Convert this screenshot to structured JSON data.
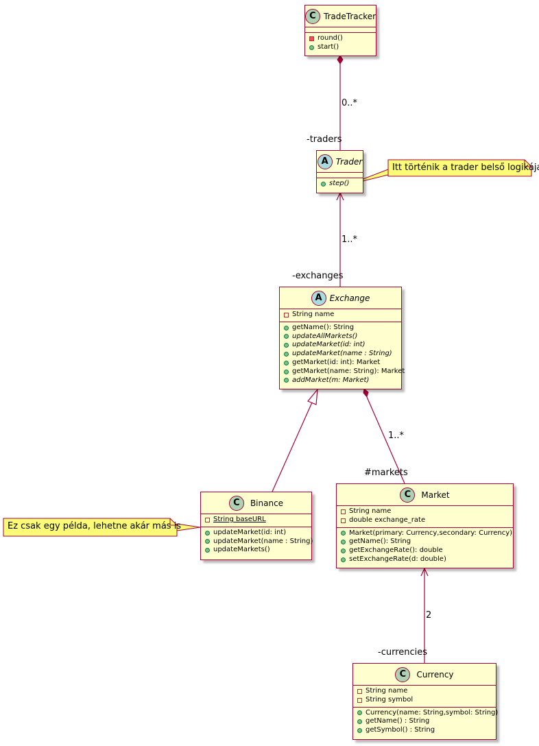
{
  "classes": {
    "tradetracker": {
      "stereotype": "C",
      "name": "TradeTracker",
      "attributes": [],
      "methods": [
        "round()",
        "start()"
      ]
    },
    "trader": {
      "stereotype": "A",
      "name": "Trader",
      "attributes": [],
      "methods": [
        "step()"
      ]
    },
    "exchange": {
      "stereotype": "A",
      "name": "Exchange",
      "attributes": [
        "String name"
      ],
      "methods": [
        "getName(): String",
        "updateAllMarkets()",
        "updateMarket(id: int)",
        "updateMarket(name : String)",
        "getMarket(id: int): Market",
        "getMarket(name: String): Market",
        "addMarket(m: Market)"
      ]
    },
    "binance": {
      "stereotype": "C",
      "name": "Binance",
      "attributes": [
        "String baseURL"
      ],
      "methods": [
        "updateMarket(id: int)",
        "updateMarket(name : String)",
        "updateMarkets()"
      ]
    },
    "market": {
      "stereotype": "C",
      "name": "Market",
      "attributes": [
        "String name",
        "double exchange_rate"
      ],
      "methods": [
        "Market(primary: Currency,secondary: Currency)",
        "getName(): String",
        "getExchangeRate(): double",
        "setExchangeRate(d: double)"
      ]
    },
    "currency": {
      "stereotype": "C",
      "name": "Currency",
      "attributes": [
        "String name",
        "String symbol"
      ],
      "methods": [
        "Currency(name: String,symbol: String)",
        "getName() : String",
        "getSymbol() : String"
      ]
    }
  },
  "relations": {
    "tracker_traders": {
      "multiplicity": "0..*",
      "role": "-traders"
    },
    "trader_exchanges": {
      "multiplicity": "1..*",
      "role": "-exchanges"
    },
    "exchange_markets": {
      "multiplicity": "1..*",
      "role": "#markets"
    },
    "market_currencies": {
      "multiplicity": "2",
      "role": "-currencies"
    }
  },
  "notes": {
    "trader_note": "Itt történik a trader belső logikája",
    "binance_note": "Ez csak egy példa, lehetne akár más is"
  },
  "colors": {
    "border": "#a80036",
    "class_fill": "#fefece",
    "note_fill": "#fbfb77",
    "circle_class": "#add1b2",
    "circle_abstract": "#a9dcdf"
  }
}
